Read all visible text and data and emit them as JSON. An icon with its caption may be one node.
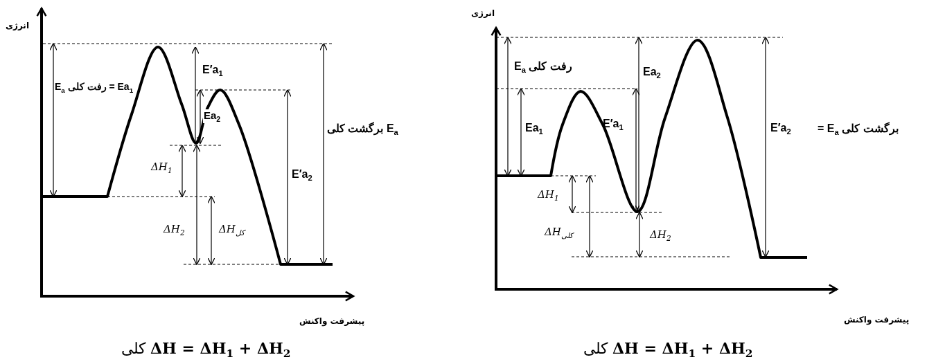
{
  "diagram": {
    "labels": [
      "انرژی",
      "E$_{a}$ رفت کلی = Ea$_{1}$",
      "E′a$_{1}$",
      "Ea$_{2}$",
      "برگشت کلی E$_{a}$",
      "ΔH$_{1}$",
      "ΔH$_{2}$",
      "ΔH$_{کل}$",
      "E′a$_{2}$",
      "پیشرفت واکنش",
      "کلی **ΔH = ΔH$_{1}$ + ΔH$_{2}$**",
      "انرژی",
      "رفت کلی E$_{a}$",
      "Ea$_{1}$",
      "E′a$_{1}$",
      "Ea$_{2}$",
      "E′a$_{2}$",
      "برگشت کلی E$_{a}$ =",
      "ΔH$_{1}$",
      "ΔH$_{کلی}$",
      "ΔH$_{2}$",
      "پیشرفت واکنش",
      "کلی **ΔH = ΔH$_{1}$ + ΔH$_{2}$**"
    ]
  }
}
